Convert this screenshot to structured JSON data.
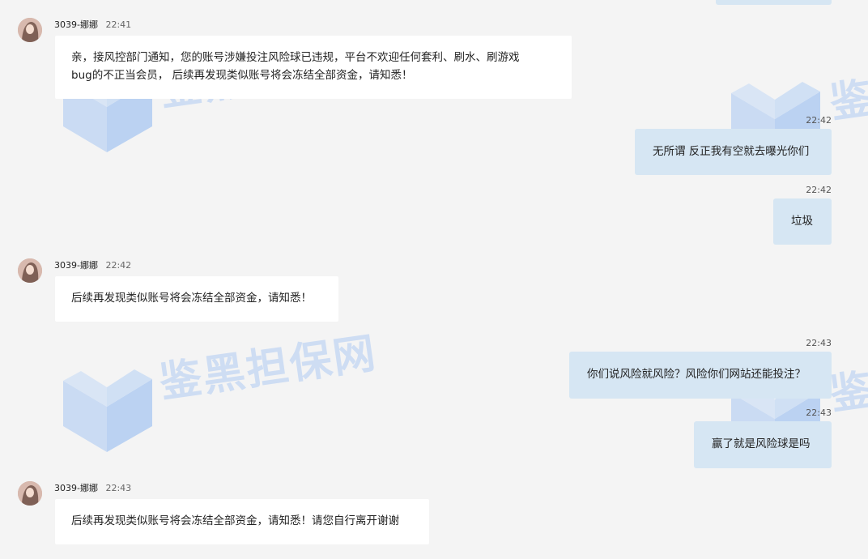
{
  "colors": {
    "background": "#f4f4f4",
    "incoming_bubble": "#ffffff",
    "outgoing_bubble": "#d6e6f3",
    "watermark": "#78aaf0"
  },
  "watermark": {
    "text": "鉴黑担保网",
    "icon": "shield-v-logo-icon"
  },
  "messages": [
    {
      "direction": "incoming",
      "sender": "3039-娜娜",
      "time": "22:41",
      "lines": [
        "亲，接风控部门通知，您的账号涉嫌投注风险球已违规，平台不欢迎任何套利、刷水、刷游戏",
        "bug的不正当会员， 后续再发现类似账号将会冻结全部资金，请知悉！"
      ]
    },
    {
      "direction": "outgoing",
      "time": "22:42",
      "text": "无所谓 反正我有空就去曝光你们"
    },
    {
      "direction": "outgoing",
      "time": "22:42",
      "text": "垃圾"
    },
    {
      "direction": "incoming",
      "sender": "3039-娜娜",
      "time": "22:42",
      "text": "后续再发现类似账号将会冻结全部资金，请知悉！"
    },
    {
      "direction": "outgoing",
      "time": "22:43",
      "text": "你们说风险就风险？风险你们网站还能投注？"
    },
    {
      "direction": "outgoing",
      "time": "22:43",
      "text": "赢了就是风险球是吗"
    },
    {
      "direction": "incoming",
      "sender": "3039-娜娜",
      "time": "22:43",
      "text": "后续再发现类似账号将会冻结全部资金，请知悉！请您自行离开谢谢"
    }
  ]
}
